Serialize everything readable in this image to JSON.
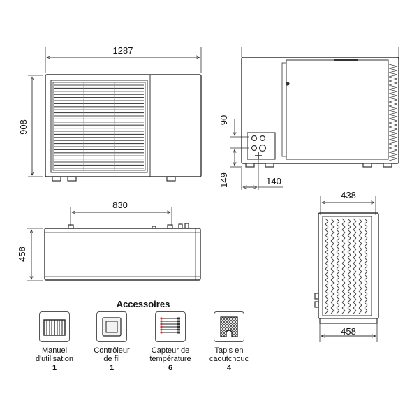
{
  "dimensions": {
    "front_width": "1287",
    "front_height": "908",
    "side_pipe_upper": "90",
    "side_pipe_lower": "149",
    "side_pipe_offset": "140",
    "top_depth_outer": "830",
    "top_depth": "458",
    "end_width": "438",
    "end_base": "458"
  },
  "accessories": {
    "title": "Accessoires",
    "items": [
      {
        "label_line1": "Manuel",
        "label_line2": "d'utilisation",
        "qty": "1",
        "icon": "book-icon"
      },
      {
        "label_line1": "Contrôleur",
        "label_line2": "de fil",
        "qty": "1",
        "icon": "controller-icon"
      },
      {
        "label_line1": "Capteur de",
        "label_line2": "température",
        "qty": "6",
        "icon": "sensor-icon"
      },
      {
        "label_line1": "Tapis en",
        "label_line2": "caoutchouc",
        "qty": "4",
        "icon": "rubber-mat-icon"
      }
    ]
  }
}
